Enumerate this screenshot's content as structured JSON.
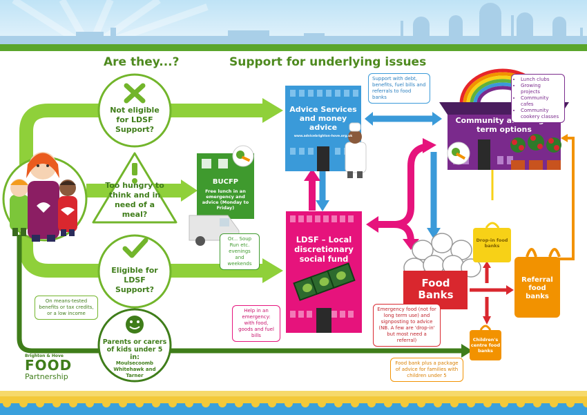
{
  "headings": {
    "left": "Are they...?",
    "right": "Support for underlying issues"
  },
  "questions": {
    "not_eligible": "Not eligible for LDSF Support?",
    "too_hungry": "Too hungry to think and in need of a meal?",
    "eligible": "Eligible for LDSF Support?"
  },
  "parents": {
    "title": "Parents or carers of kids under 5 in:",
    "areas": "Moulsecoomb Whitehawk and Tarner"
  },
  "means_tested_note": "On means-tested benefits or tax credits, or a low income",
  "bucfp": {
    "title": "BUCFP",
    "desc": "Free lunch in an emergency and advice (Monday to Friday)"
  },
  "soup_run_note": "Or... Soup Run etc. evenings and weekends",
  "advice": {
    "title": "Advice Services and money advice",
    "url": "www.advicebrighton-hove.org.uk",
    "bubble": "Support with debt, benefits, fuel bills and referrals to food banks"
  },
  "community": {
    "title": "Community and longer term options",
    "items": [
      "Lunch clubs",
      "Growing projects",
      "Community cafes",
      "Community cookery classes"
    ]
  },
  "ldsf": {
    "title": "LDSF – Local discretionary social fund",
    "bubble": "Help in an emergency: with food, goods and fuel bills"
  },
  "food_banks": {
    "title": "Food Banks",
    "bubble": "Emergency food (not for long term use) and signposting to advice (NB. A few are 'drop-in' but most need a referral)"
  },
  "drop_in": "Drop-in food banks",
  "referral": "Referral food banks",
  "childrens_centre": "Children's centre food banks",
  "childrens_note": "Food bank plus a package of advice for families with children under 5",
  "logo": {
    "small": "Brighton & Hove",
    "big": "FOOD",
    "sub": "Partnership"
  },
  "colors": {
    "green": "#72b52b",
    "dark_green": "#3f7d1a",
    "blue": "#3a9ad9",
    "pink": "#e6137c",
    "red": "#d9272e",
    "purple": "#7a2a8c",
    "orange": "#f29200",
    "yellow": "#f7d117"
  }
}
